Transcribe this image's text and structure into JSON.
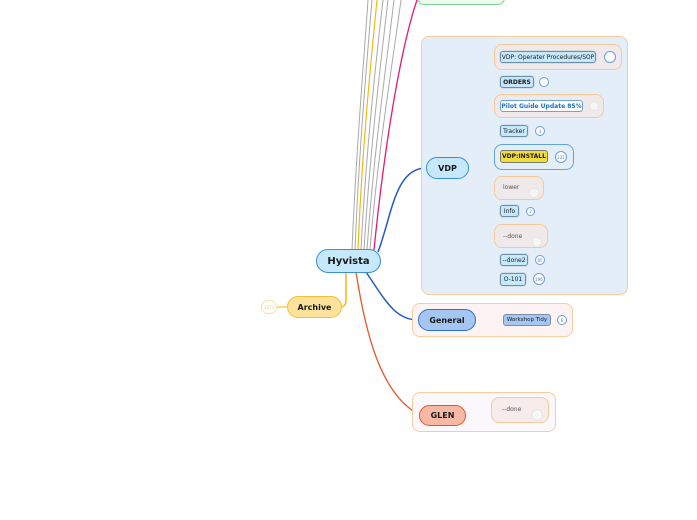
{
  "root": {
    "label": "Hyvista"
  },
  "colors": {
    "vdp_branch": "#1e5bc6",
    "general_branch": "#1e5bc6",
    "glen_branch": "#e5572b",
    "archive_branch": "#f5b80f",
    "magenta_branch": "#e31a74",
    "yellow_branch": "#f5b80f",
    "grey_branch": "#a9a9a9"
  },
  "branches": {
    "vdp": {
      "label": "VDP",
      "children": [
        {
          "label": "VDP: Operater Procedures/SOP",
          "badge": ""
        },
        {
          "label": "ORDERS",
          "badge": ""
        },
        {
          "label": "Pilot Guide Update 85%",
          "badge": ""
        },
        {
          "label": "Tracker",
          "badge": "3"
        },
        {
          "label": "VDP:INSTALL",
          "badge": "231"
        },
        {
          "label": "lower",
          "badge": ""
        },
        {
          "label": "Info",
          "badge": "2"
        },
        {
          "label": "--done",
          "badge": ""
        },
        {
          "label": "--done2",
          "badge": "85"
        },
        {
          "label": "O-101",
          "badge": "196"
        }
      ]
    },
    "general": {
      "label": "General",
      "children": [
        {
          "label": "Workshop Tidy",
          "badge": "6"
        }
      ]
    },
    "glen": {
      "label": "GLEN",
      "children": [
        {
          "label": "--done",
          "badge": ""
        }
      ]
    },
    "archive": {
      "label": "Archive",
      "badge": "1673"
    }
  }
}
